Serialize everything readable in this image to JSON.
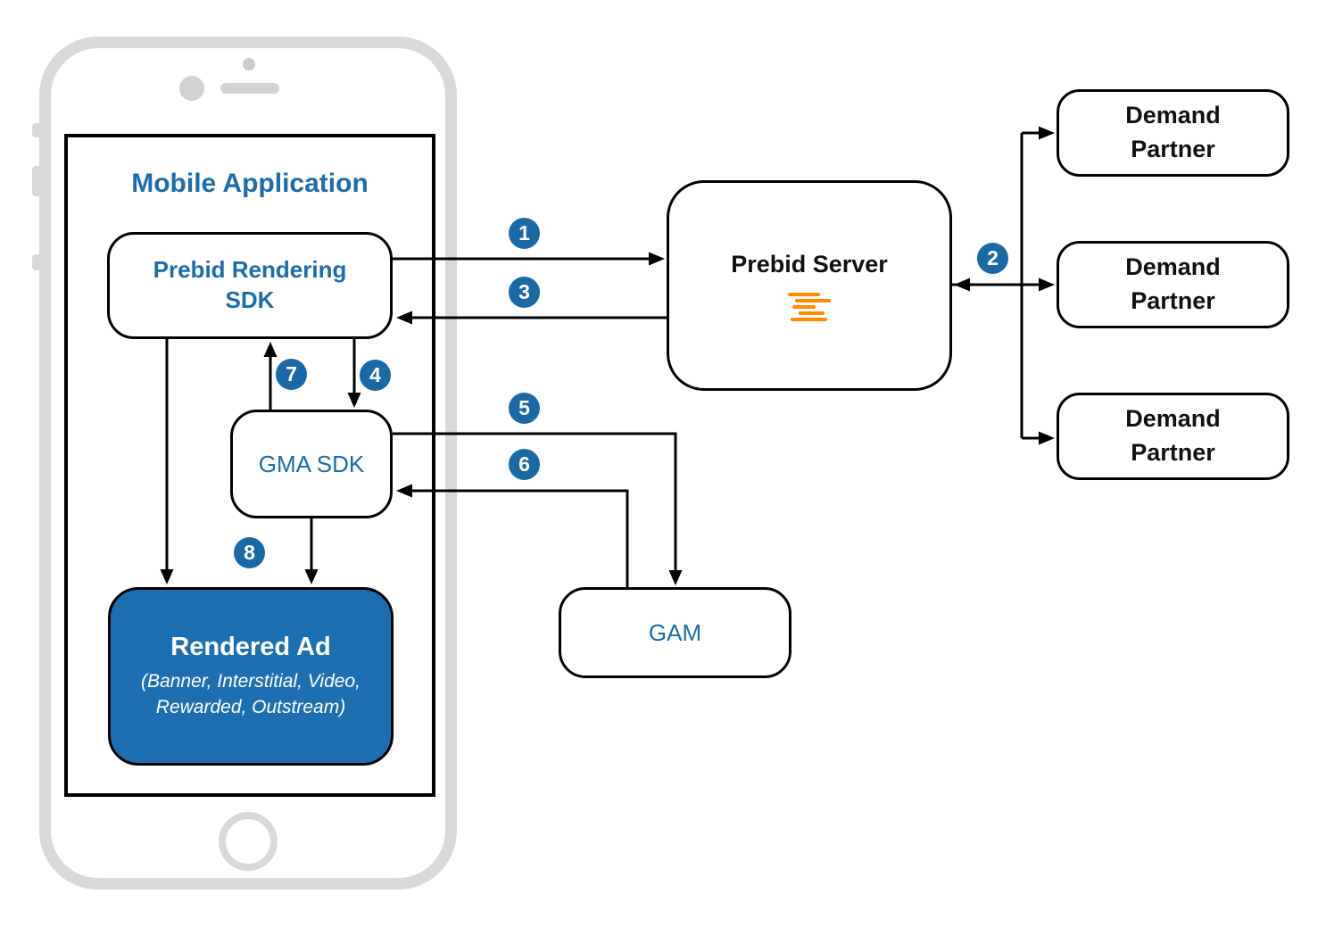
{
  "diagram": {
    "mobile_application": {
      "title": "Mobile Application"
    },
    "nodes": {
      "prebid_rendering_sdk": {
        "line1": "Prebid Rendering",
        "line2": "SDK"
      },
      "gma_sdk": {
        "label": "GMA SDK"
      },
      "rendered_ad": {
        "title": "Rendered Ad",
        "subtitle_line1": "(Banner, Interstitial, Video,",
        "subtitle_line2": "Rewarded, Outstream)"
      },
      "prebid_server": {
        "label": "Prebid Server"
      },
      "gam": {
        "label": "GAM"
      }
    },
    "demand_partners": [
      {
        "line1": "Demand",
        "line2": "Partner"
      },
      {
        "line1": "Demand",
        "line2": "Partner"
      },
      {
        "line1": "Demand",
        "line2": "Partner"
      }
    ],
    "steps": [
      "1",
      "2",
      "3",
      "4",
      "5",
      "6",
      "7",
      "8"
    ],
    "icons": {
      "prebid_logo": "prebid-speed-lines-icon",
      "phone": "smartphone-frame"
    },
    "colors": {
      "text_blue": "#1c6cb0",
      "badge_blue": "#1b69a4",
      "rendered_ad_fill": "#1e6fb2",
      "logo_orange": "#ff8a00",
      "phone_gray": "#d9d9d9",
      "line_black": "#000000"
    }
  }
}
